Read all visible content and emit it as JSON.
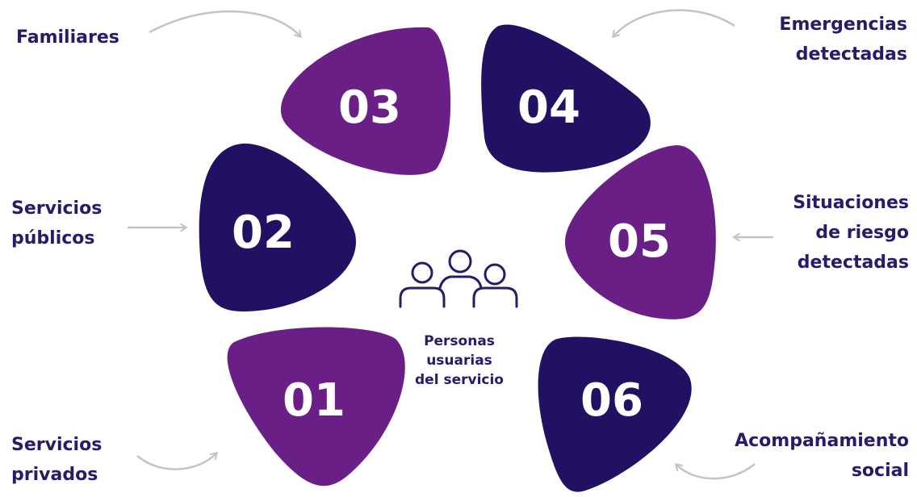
{
  "colors": {
    "purple": "#6a1f87",
    "indigo": "#221162",
    "text": "#2a1a6a",
    "arrow": "#c4c4c4"
  },
  "center": {
    "icon": "group-of-people-icon",
    "lines": [
      "Personas",
      "usuarias",
      "del servicio"
    ]
  },
  "segments": [
    {
      "number": "01",
      "color": "purple",
      "label": [
        "Servicios",
        "privados"
      ]
    },
    {
      "number": "02",
      "color": "indigo",
      "label": [
        "Servicios",
        "públicos"
      ]
    },
    {
      "number": "03",
      "color": "purple",
      "label": [
        "Familiares"
      ]
    },
    {
      "number": "04",
      "color": "indigo",
      "label": [
        "Emergencias",
        "detectadas"
      ]
    },
    {
      "number": "05",
      "color": "purple",
      "label": [
        "Situaciones",
        "de riesgo",
        "detectadas"
      ]
    },
    {
      "number": "06",
      "color": "indigo",
      "label": [
        "Acompañamiento",
        "social"
      ]
    }
  ]
}
